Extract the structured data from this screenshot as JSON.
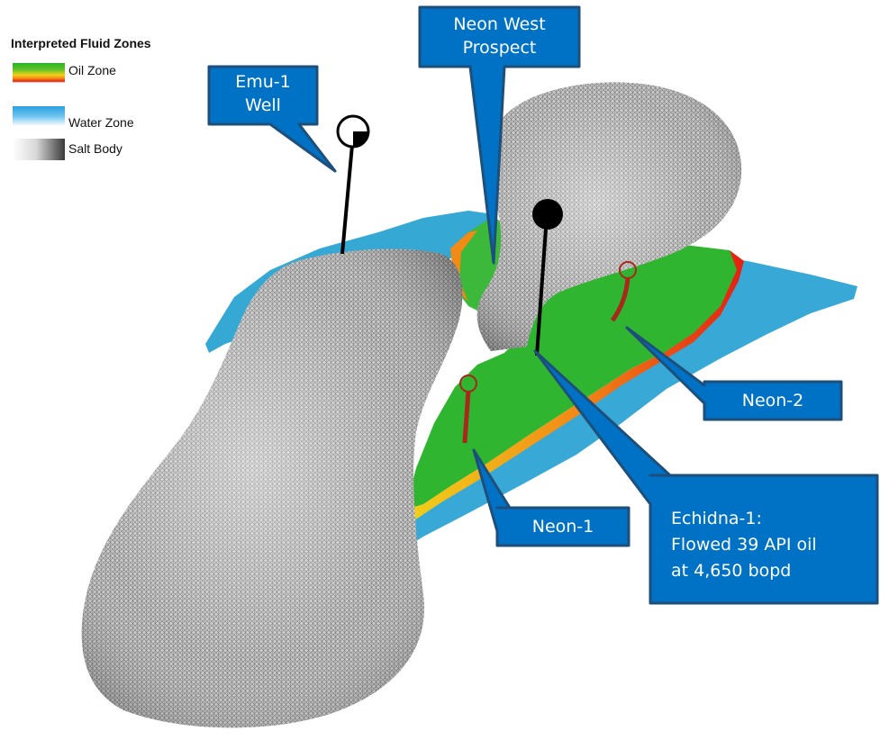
{
  "legend": {
    "title": "Interpreted Fluid Zones",
    "items": [
      {
        "label": "Oil Zone",
        "colors": [
          "#27b327",
          "#f0d21a",
          "#e32012"
        ]
      },
      {
        "label": "Water Zone",
        "colors": [
          "#2a9fe0",
          "#ffffff"
        ]
      },
      {
        "label": "Salt Body",
        "colors": [
          "#ffffff",
          "#3a3a3a"
        ]
      }
    ]
  },
  "callouts": {
    "emu": {
      "line1": "Emu-1",
      "line2": "Well"
    },
    "neon_west": {
      "line1": "Neon West",
      "line2": "Prospect"
    },
    "neon2": {
      "text": "Neon-2"
    },
    "neon1": {
      "text": "Neon-1"
    },
    "echidna": {
      "line1": "Echidna-1:",
      "line2": "Flowed 39 API oil",
      "line3": "at 4,650 bopd"
    }
  },
  "colors": {
    "callout_fill": "#0072c6",
    "callout_border": "#1d4f7a",
    "oil_green": "#2fb52f",
    "water_blue": "#33a9d6",
    "salt_grey": "#8f8f8f",
    "well_red": "#a8281c",
    "well_black": "#000000"
  }
}
